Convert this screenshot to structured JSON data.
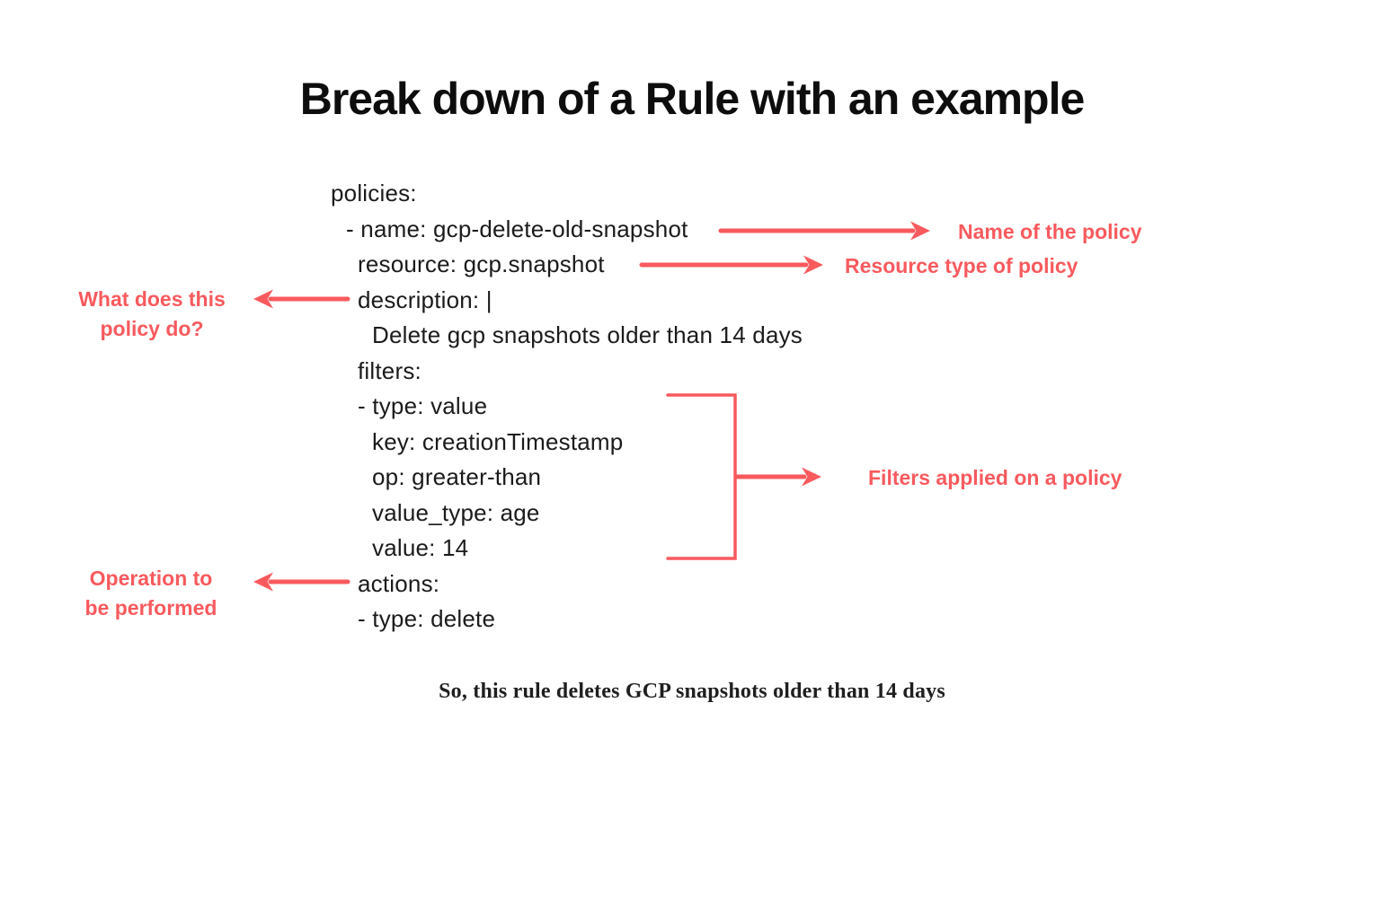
{
  "title": "Break down of a Rule with an example",
  "colors": {
    "accent": "#f85a5e",
    "code-text": "#1b1b1b",
    "title-text": "#0d0d0d"
  },
  "code": {
    "language": "yaml",
    "lines": [
      {
        "indent": 0,
        "text": "policies:"
      },
      {
        "indent": 1,
        "text": "- name: gcp-delete-old-snapshot"
      },
      {
        "indent": 2,
        "text": "resource: gcp.snapshot"
      },
      {
        "indent": 2,
        "text": "description: |"
      },
      {
        "indent": 3,
        "text": "Delete gcp snapshots older than 14 days"
      },
      {
        "indent": 2,
        "text": "filters:"
      },
      {
        "indent": 2,
        "text": "- type: value"
      },
      {
        "indent": 3,
        "text": "key: creationTimestamp"
      },
      {
        "indent": 3,
        "text": "op: greater-than"
      },
      {
        "indent": 3,
        "text": "value_type: age"
      },
      {
        "indent": 3,
        "text": "value: 14"
      },
      {
        "indent": 2,
        "text": "actions:"
      },
      {
        "indent": 2,
        "text": "- type: delete"
      }
    ]
  },
  "annotations": {
    "name": "Name of the policy",
    "resource": "Resource type of policy",
    "description": {
      "line1": "What does this",
      "line2": "policy do?"
    },
    "filters": "Filters applied on a policy",
    "actions": {
      "line1": "Operation to",
      "line2": "be performed"
    }
  },
  "footer": "So, this rule deletes GCP snapshots older than 14 days"
}
